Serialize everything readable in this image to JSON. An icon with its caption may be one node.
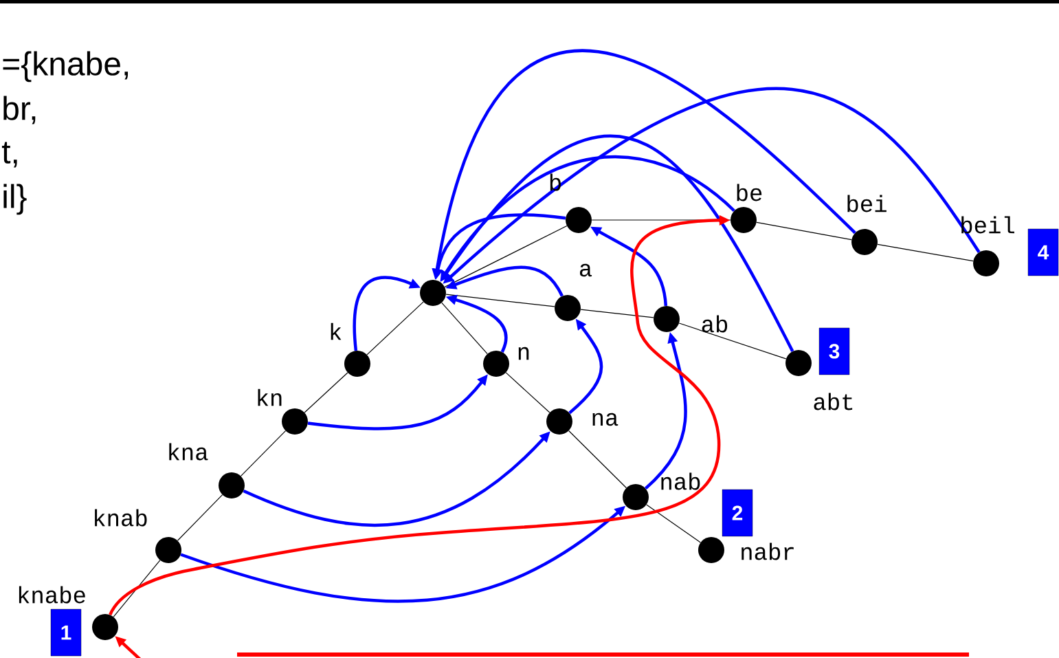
{
  "diagram": {
    "nodes": [
      {
        "text": [],
        "shape": "circle"
      },
      {
        "text": [],
        "shape": "circle",
        "beside": [
          "k"
        ]
      },
      {
        "text": [],
        "shape": "circle",
        "beside": [
          "kn"
        ]
      },
      {
        "text": [],
        "shape": "circle",
        "beside": [
          "kna"
        ]
      },
      {
        "text": [],
        "shape": "circle",
        "beside": [
          "knab"
        ]
      },
      {
        "text": [],
        "shape": "circle",
        "beside": [
          "knabe"
        ]
      },
      {
        "text": [],
        "shape": "circle",
        "beside": [
          "n"
        ]
      },
      {
        "text": [],
        "shape": "circle",
        "beside": [
          "na"
        ]
      },
      {
        "text": [],
        "shape": "circle",
        "beside": [
          "nab"
        ]
      },
      {
        "text": [],
        "shape": "circle",
        "beside": [
          "nabr"
        ]
      },
      {
        "text": [],
        "shape": "circle",
        "beside": [
          "a"
        ]
      },
      {
        "text": [],
        "shape": "circle",
        "beside": [
          "ab"
        ]
      },
      {
        "text": [],
        "shape": "circle",
        "beside": [
          "abt"
        ]
      },
      {
        "text": [],
        "shape": "circle",
        "beside": [
          "b"
        ]
      },
      {
        "text": [],
        "shape": "circle",
        "beside": [
          "be"
        ]
      },
      {
        "text": [],
        "shape": "circle",
        "beside": [
          "bei"
        ]
      },
      {
        "text": [],
        "shape": "circle",
        "beside": [
          "beil"
        ]
      },
      {
        "text": [
          "1"
        ]
      },
      {
        "text": [
          "2"
        ]
      },
      {
        "text": [
          "3"
        ]
      },
      {
        "text": [
          "4"
        ]
      }
    ],
    "edges": [
      {
        "from": 0,
        "to": 1,
        "arrow": "none"
      },
      {
        "from": 1,
        "to": 2,
        "arrow": "none"
      },
      {
        "from": 2,
        "to": 3,
        "arrow": "none"
      },
      {
        "from": 3,
        "to": 4,
        "arrow": "none"
      },
      {
        "from": 4,
        "to": 5,
        "arrow": "none"
      },
      {
        "from": 0,
        "to": 6,
        "arrow": "none"
      },
      {
        "from": 6,
        "to": 7,
        "arrow": "none"
      },
      {
        "from": 7,
        "to": 8,
        "arrow": "none"
      },
      {
        "from": 8,
        "to": 9,
        "arrow": "none"
      },
      {
        "from": 0,
        "to": 10,
        "arrow": "none"
      },
      {
        "from": 10,
        "to": 11,
        "arrow": "none"
      },
      {
        "from": 11,
        "to": 12,
        "arrow": "none"
      },
      {
        "from": 0,
        "to": 13,
        "arrow": "none"
      },
      {
        "from": 13,
        "to": 14,
        "arrow": "none"
      },
      {
        "from": 14,
        "to": 15,
        "arrow": "none"
      },
      {
        "from": 15,
        "to": 16,
        "arrow": "none"
      },
      {
        "from": 1,
        "to": 0,
        "arrow": "to",
        "style": "thick",
        "color": "#0000ff"
      },
      {
        "from": 6,
        "to": 0,
        "arrow": "to",
        "style": "thick",
        "color": "#0000ff"
      },
      {
        "from": 10,
        "to": 0,
        "arrow": "to",
        "style": "thick",
        "color": "#0000ff"
      },
      {
        "from": 13,
        "to": 0,
        "arrow": "to",
        "style": "thick",
        "color": "#0000ff"
      },
      {
        "from": 14,
        "to": 0,
        "arrow": "to",
        "style": "thick",
        "color": "#0000ff"
      },
      {
        "from": 15,
        "to": 0,
        "arrow": "to",
        "style": "thick",
        "color": "#0000ff"
      },
      {
        "from": 16,
        "to": 0,
        "arrow": "to",
        "style": "thick",
        "color": "#0000ff"
      },
      {
        "from": 12,
        "to": 0,
        "arrow": "to",
        "style": "thick",
        "color": "#0000ff"
      },
      {
        "from": 2,
        "to": 6,
        "arrow": "to",
        "style": "thick",
        "color": "#0000ff"
      },
      {
        "from": 3,
        "to": 7,
        "arrow": "to",
        "style": "thick",
        "color": "#0000ff"
      },
      {
        "from": 4,
        "to": 8,
        "arrow": "to",
        "style": "thick",
        "color": "#0000ff"
      },
      {
        "from": 7,
        "to": 10,
        "arrow": "to",
        "style": "thick",
        "color": "#0000ff"
      },
      {
        "from": 8,
        "to": 11,
        "arrow": "to",
        "style": "thick",
        "color": "#0000ff"
      },
      {
        "from": 11,
        "to": 13,
        "arrow": "to",
        "style": "thick",
        "color": "#0000ff"
      },
      {
        "from": 5,
        "to": 14,
        "arrow": "to",
        "style": "thick",
        "color": "#ff0000"
      },
      {
        "from": null,
        "to": 5,
        "arrow": "to",
        "style": "thick",
        "color": "#ff0000"
      }
    ],
    "labels": [
      "={knabe,",
      "br,",
      "t,",
      "il}"
    ]
  }
}
